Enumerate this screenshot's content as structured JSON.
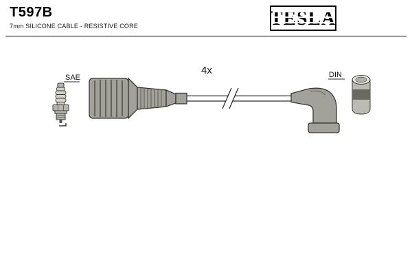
{
  "header": {
    "part_number": "T597B",
    "subtitle": "7mm SILICONE CABLE - RESISTIVE CORE",
    "brand": "TESLA"
  },
  "diagram": {
    "quantity_label": "4x",
    "sae_label": "SAE",
    "din_label": "DIN"
  },
  "colors": {
    "rubber_gray": "#a3a29a",
    "outline_dark": "#35352f",
    "metal_gray": "#b7b6ae",
    "ceramic_light": "#d2d1c9",
    "band_dark": "#6a6962",
    "text": "#111111"
  }
}
